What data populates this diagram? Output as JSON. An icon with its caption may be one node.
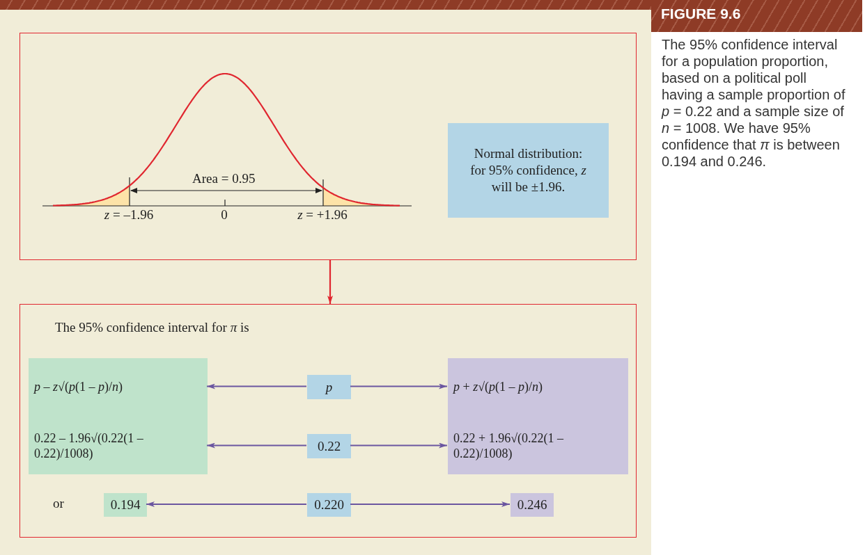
{
  "diagram": {
    "title": "FIGURE 9.6",
    "caption": "The 95% confidence interval for a population proportion, based on a political poll having a sample proportion of *p* = 0.22 and a sample size of *n* = 1008. We have 95% confidence that *π* is between 0.194 and 0.246.",
    "nodes": [
      {
        "text": [],
        "shape": "box"
      },
      {
        "text": [
          "Normal distribution: for 95% confidence, *z* will be ±1.96."
        ],
        "in": 0
      },
      {
        "text": [
          "The 95% confidence interval for *π* is"
        ]
      },
      {
        "text": [
          "*p* – *z*√(*p*(1 – *p*)/*n*)",
          "0.22 – 1.96√(0.22(1 – 0.22)/1008)"
        ],
        "in": 2
      },
      {
        "text": [
          "*p*"
        ],
        "in": 2
      },
      {
        "text": [
          "*p* + *z*√(*p*(1 – *p*)/*n*)",
          "0.22 + 1.96√(0.22(1 – 0.22)/1008)"
        ],
        "in": 2
      },
      {
        "text": [
          "0.22"
        ],
        "in": 2
      },
      {
        "text": [
          "0.194"
        ],
        "in": 2
      },
      {
        "text": [
          "0.220"
        ],
        "in": 2
      },
      {
        "text": [
          "0.246"
        ],
        "in": 2
      }
    ],
    "edges": [
      {
        "from": 0,
        "to": 2,
        "arrow": "to",
        "color": "#e0262f"
      },
      {
        "from": 4,
        "to": 3,
        "arrow": "to"
      },
      {
        "from": 4,
        "to": 5,
        "arrow": "to"
      },
      {
        "from": 6,
        "to": 3,
        "arrow": "to"
      },
      {
        "from": 6,
        "to": 5,
        "arrow": "to"
      },
      {
        "from": 8,
        "to": 7,
        "arrow": "to"
      },
      {
        "from": 8,
        "to": 9,
        "arrow": "to"
      }
    ],
    "labels": [
      "Area = 0.95",
      "*z* = –1.96",
      "0",
      "*z* = +1.96",
      "or"
    ]
  }
}
